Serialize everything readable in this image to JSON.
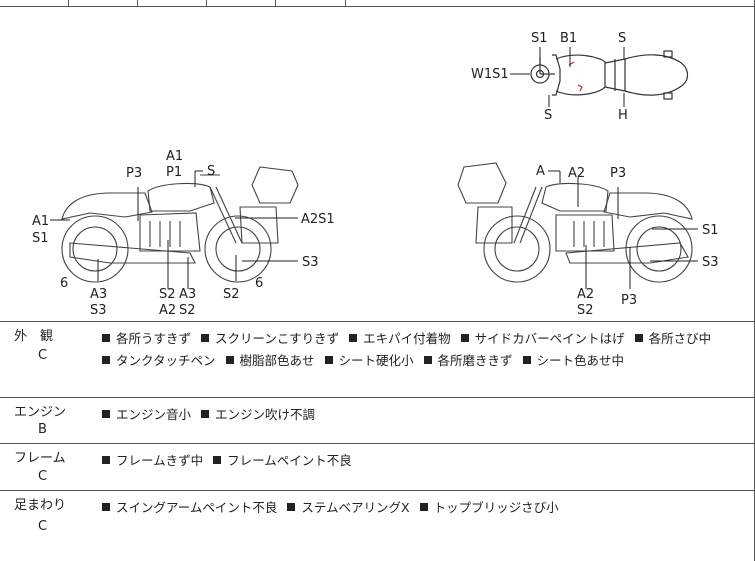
{
  "diagram": {
    "top_view_labels": [
      "S1",
      "B1",
      "S",
      "W1S1",
      "S",
      "H"
    ],
    "left_view_labels": [
      "A1",
      "P1",
      "S",
      "P3",
      "A1",
      "S1",
      "A2S1",
      "6",
      "A3",
      "S3",
      "S2",
      "A3",
      "A2",
      "S2",
      "S2",
      "6",
      "S3"
    ],
    "right_view_labels": [
      "A",
      "A2",
      "P3",
      "S1",
      "S3",
      "A2",
      "S2",
      "P3"
    ]
  },
  "sections": [
    {
      "category": "外　観",
      "grade": "C",
      "lines": [
        [
          "各所うすきず",
          "スクリーンこすりきず",
          "エキパイ付着物",
          "サイドカバーペイントはげ",
          "各所さび中"
        ],
        [
          "タンクタッチペン",
          "樹脂部色あせ",
          "シート硬化小",
          "各所磨ききず",
          "シート色あせ中"
        ]
      ]
    },
    {
      "category": "エンジン",
      "grade": "B",
      "lines": [
        [
          "エンジン音小",
          "エンジン吹け不調"
        ]
      ]
    },
    {
      "category": "フレーム",
      "grade": "C",
      "lines": [
        [
          "フレームきず中",
          "フレームペイント不良"
        ]
      ]
    },
    {
      "category": "足まわり",
      "grade": "C",
      "lines": [
        [
          "スイングアームペイント不良",
          "ステムベアリングX",
          "トップブリッジさび小"
        ]
      ]
    }
  ]
}
